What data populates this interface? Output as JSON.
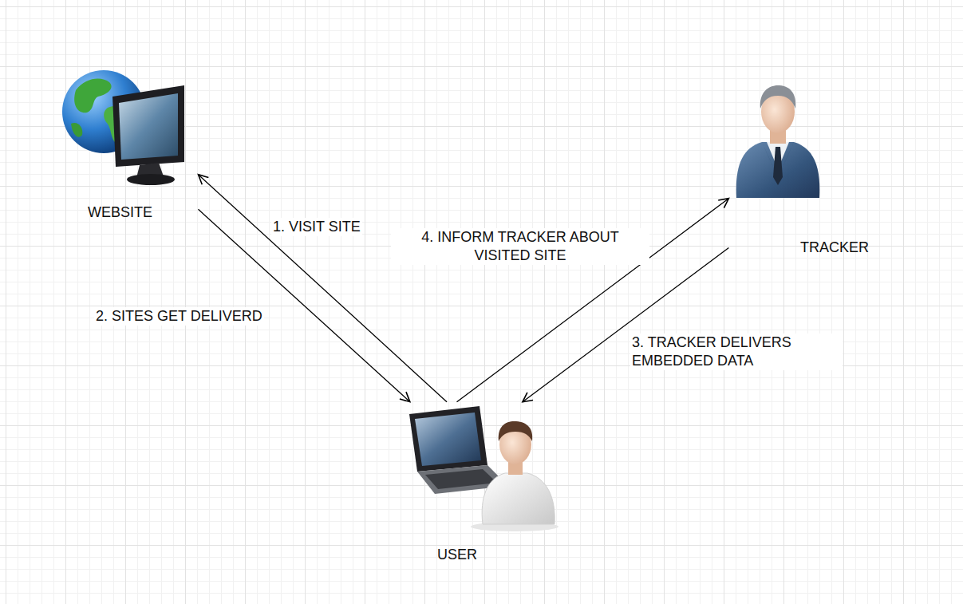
{
  "diagram": {
    "nodes": [
      {
        "text": [
          "WEBSITE"
        ]
      },
      {
        "text": [
          "TRACKER"
        ]
      },
      {
        "text": [
          "USER"
        ]
      }
    ],
    "edges": [
      {
        "from": 2,
        "to": 0,
        "label": "1. VISIT SITE",
        "arrow": "to"
      },
      {
        "from": 0,
        "to": 2,
        "label": "2. SITES GET DELIVERD",
        "arrow": "to"
      },
      {
        "from": 1,
        "to": 2,
        "label": "3. TRACKER DELIVERS EMBEDDED DATA",
        "arrow": "to"
      },
      {
        "from": 2,
        "to": 1,
        "label": "4. INFORM TRACKER ABOUT VISITED SITE",
        "arrow": "to"
      }
    ]
  }
}
